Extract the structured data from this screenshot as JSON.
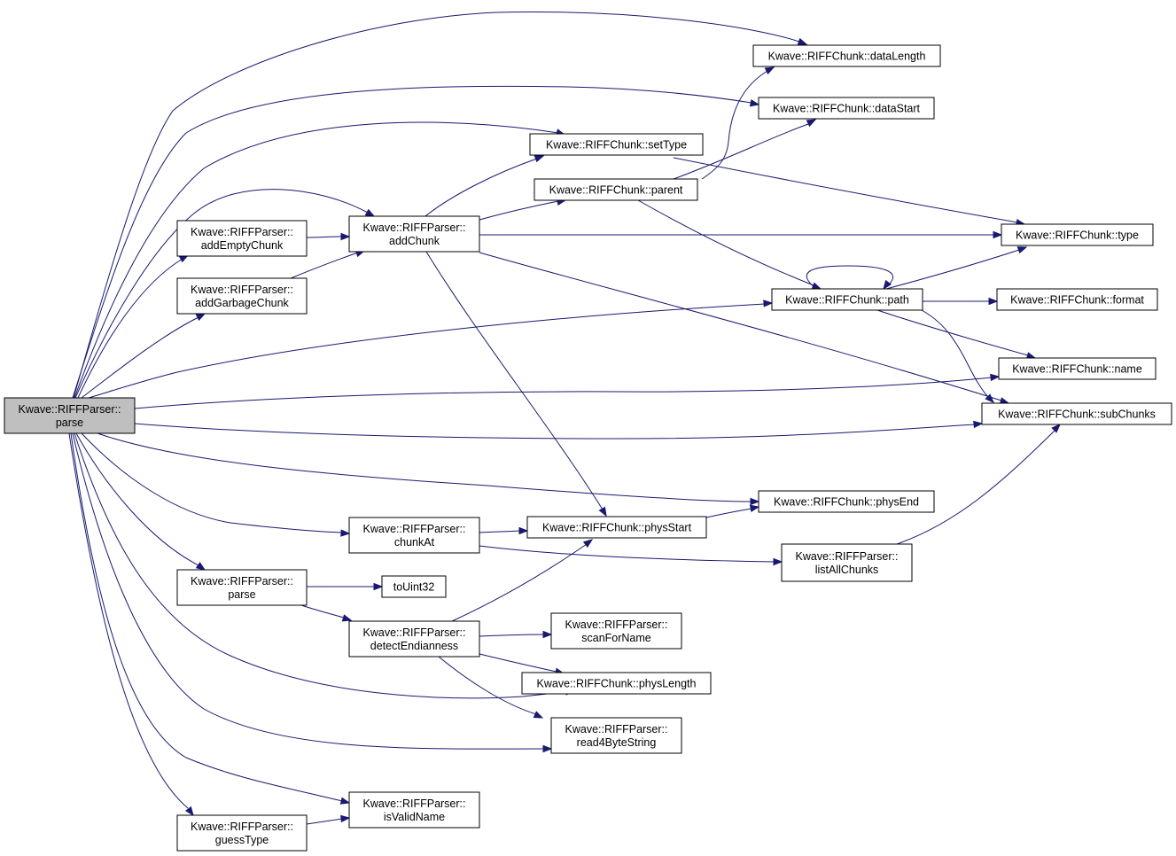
{
  "colors": {
    "edge": "#191970",
    "node_fill": "#ffffff",
    "root_fill": "#bfbfbf",
    "border": "#000000"
  },
  "nodes": {
    "parse_root": [
      "Kwave::RIFFParser::",
      "parse"
    ],
    "addEmptyChunk": [
      "Kwave::RIFFParser::",
      "addEmptyChunk"
    ],
    "addGarbageChunk": [
      "Kwave::RIFFParser::",
      "addGarbageChunk"
    ],
    "addChunk": [
      "Kwave::RIFFParser::",
      "addChunk"
    ],
    "chunkAt": [
      "Kwave::RIFFParser::",
      "chunkAt"
    ],
    "parse2": [
      "Kwave::RIFFParser::",
      "parse"
    ],
    "detectEndianness": [
      "Kwave::RIFFParser::",
      "detectEndianness"
    ],
    "guessType": [
      "Kwave::RIFFParser::",
      "guessType"
    ],
    "isValidName": [
      "Kwave::RIFFParser::",
      "isValidName"
    ],
    "toUint32": [
      "toUint32"
    ],
    "setType": [
      "Kwave::RIFFChunk::setType"
    ],
    "parent": [
      "Kwave::RIFFChunk::parent"
    ],
    "dataLength": [
      "Kwave::RIFFChunk::dataLength"
    ],
    "dataStart": [
      "Kwave::RIFFChunk::dataStart"
    ],
    "physStart": [
      "Kwave::RIFFChunk::physStart"
    ],
    "physEnd": [
      "Kwave::RIFFChunk::physEnd"
    ],
    "physLength": [
      "Kwave::RIFFChunk::physLength"
    ],
    "listAllChunks": [
      "Kwave::RIFFParser::",
      "listAllChunks"
    ],
    "scanForName": [
      "Kwave::RIFFParser::",
      "scanForName"
    ],
    "read4ByteString": [
      "Kwave::RIFFParser::",
      "read4ByteString"
    ],
    "path": [
      "Kwave::RIFFChunk::path"
    ],
    "type": [
      "Kwave::RIFFChunk::type"
    ],
    "format": [
      "Kwave::RIFFChunk::format"
    ],
    "name": [
      "Kwave::RIFFChunk::name"
    ],
    "subChunks": [
      "Kwave::RIFFChunk::subChunks"
    ]
  },
  "edges": [
    [
      "parse_root",
      "dataLength"
    ],
    [
      "parse_root",
      "dataStart"
    ],
    [
      "parse_root",
      "setType"
    ],
    [
      "parse_root",
      "addChunk"
    ],
    [
      "parse_root",
      "addEmptyChunk"
    ],
    [
      "parse_root",
      "addGarbageChunk"
    ],
    [
      "parse_root",
      "path"
    ],
    [
      "parse_root",
      "name"
    ],
    [
      "parse_root",
      "subChunks"
    ],
    [
      "parse_root",
      "physEnd"
    ],
    [
      "parse_root",
      "chunkAt"
    ],
    [
      "parse_root",
      "parse2"
    ],
    [
      "parse_root",
      "physLength"
    ],
    [
      "parse_root",
      "read4ByteString"
    ],
    [
      "parse_root",
      "isValidName"
    ],
    [
      "parse_root",
      "guessType"
    ],
    [
      "addEmptyChunk",
      "addChunk"
    ],
    [
      "addGarbageChunk",
      "addChunk"
    ],
    [
      "addChunk",
      "setType"
    ],
    [
      "addChunk",
      "parent"
    ],
    [
      "addChunk",
      "type"
    ],
    [
      "addChunk",
      "subChunks"
    ],
    [
      "addChunk",
      "physStart"
    ],
    [
      "parent",
      "dataLength"
    ],
    [
      "parent",
      "dataStart"
    ],
    [
      "parent",
      "path"
    ],
    [
      "setType",
      "type"
    ],
    [
      "path",
      "path"
    ],
    [
      "path",
      "type"
    ],
    [
      "path",
      "format"
    ],
    [
      "path",
      "name"
    ],
    [
      "path",
      "subChunks"
    ],
    [
      "chunkAt",
      "physStart"
    ],
    [
      "chunkAt",
      "listAllChunks"
    ],
    [
      "physStart",
      "physEnd"
    ],
    [
      "listAllChunks",
      "subChunks"
    ],
    [
      "parse2",
      "toUint32"
    ],
    [
      "parse2",
      "detectEndianness"
    ],
    [
      "detectEndianness",
      "physStart"
    ],
    [
      "detectEndianness",
      "scanForName"
    ],
    [
      "detectEndianness",
      "physLength"
    ],
    [
      "detectEndianness",
      "read4ByteString"
    ],
    [
      "guessType",
      "isValidName"
    ]
  ]
}
